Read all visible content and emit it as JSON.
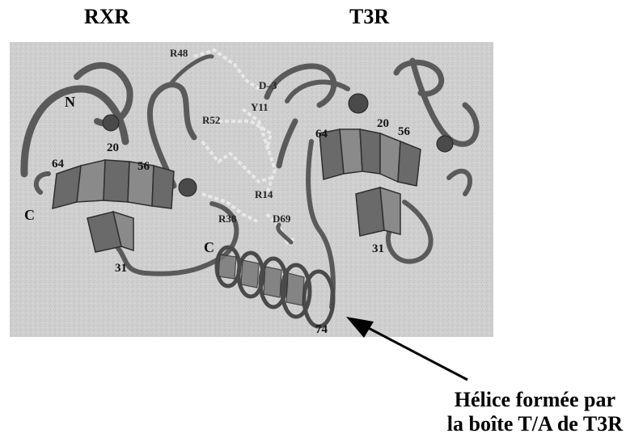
{
  "titles": {
    "left": "RXR",
    "right": "T3R"
  },
  "caption": {
    "line1": "Hélice formée par",
    "line2": "la boîte T/A de T3R"
  },
  "labels": {
    "rxr_n": "N",
    "rxr_c": "C",
    "rxr_20": "20",
    "rxr_64": "64",
    "rxr_56": "56",
    "rxr_31": "31",
    "t3r_20": "20",
    "t3r_64": "64",
    "t3r_56": "56",
    "t3r_31": "31",
    "t3r_74": "74",
    "t3r_c": "C",
    "r48": "R48",
    "d_3": "D–3",
    "y11": "Y11",
    "r52": "R52",
    "r14": "R14",
    "r38": "R38",
    "d69": "D69"
  },
  "colors": {
    "background": "#cfcfcf",
    "ribbon": "#5f5f5f",
    "ribbon_dark": "#3a3a3a"
  }
}
